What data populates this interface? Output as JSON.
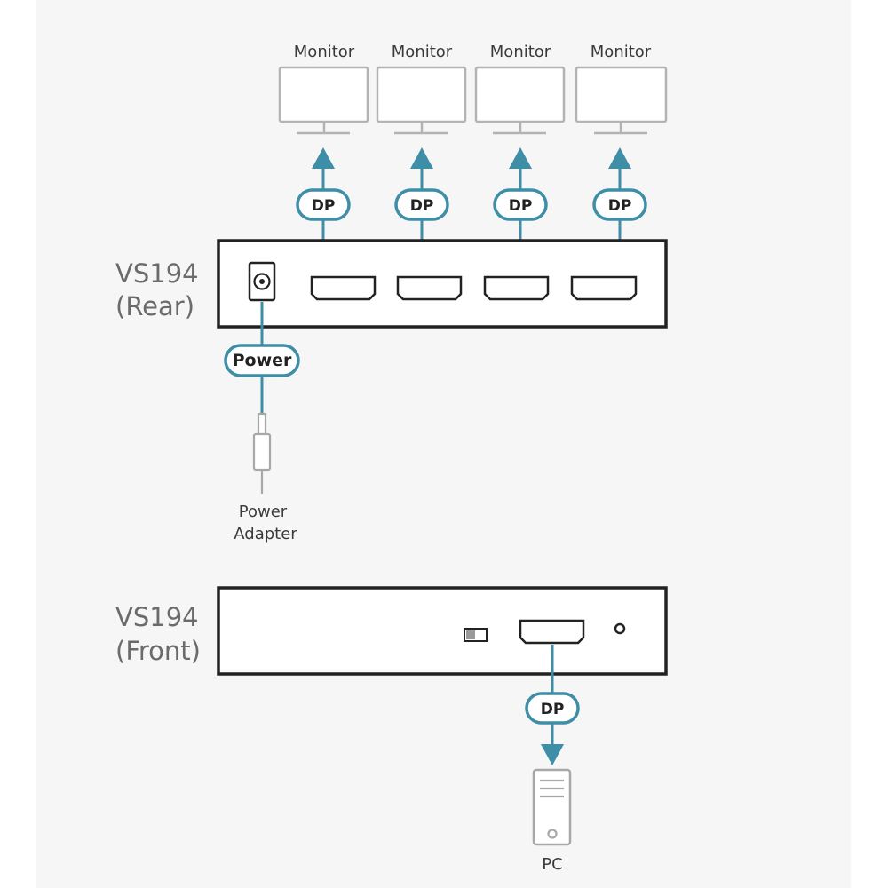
{
  "colors": {
    "cable": "#3f8ea7",
    "device_outline": "#222222",
    "monitor_outline": "#b3b3b3",
    "panel_background": "#f6f6f7",
    "label_gray": "#6b6b6b"
  },
  "monitors": [
    {
      "label": "Monitor"
    },
    {
      "label": "Monitor"
    },
    {
      "label": "Monitor"
    },
    {
      "label": "Monitor"
    }
  ],
  "rear_connections": [
    {
      "label": "DP"
    },
    {
      "label": "DP"
    },
    {
      "label": "DP"
    },
    {
      "label": "DP"
    }
  ],
  "rear_device": {
    "name": "VS194",
    "side": "(Rear)"
  },
  "power": {
    "cable_label": "Power",
    "adapter_line1": "Power",
    "adapter_line2": "Adapter"
  },
  "front_device": {
    "name": "VS194",
    "side": "(Front)"
  },
  "front_connection": {
    "label": "DP"
  },
  "pc": {
    "label": "PC"
  },
  "icons": [
    "monitor-icon",
    "power-jack-icon",
    "displayport-icon",
    "power-adapter-icon",
    "switch-icon",
    "led-icon",
    "pc-tower-icon"
  ]
}
